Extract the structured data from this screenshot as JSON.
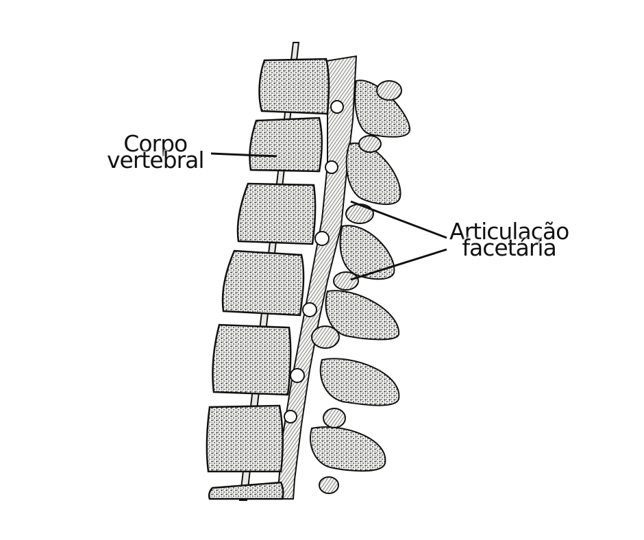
{
  "labels": {
    "corpo_vertebral": {
      "line1": "Corpo",
      "line2": "vertebral"
    },
    "articulacao_facetaria": {
      "line1": "Articulação",
      "line2": "facetária"
    }
  },
  "colors": {
    "background": "#ffffff",
    "bone_fill": "#f4f4f2",
    "bone_texture": "#222222",
    "ink": "#111111"
  },
  "illustration": {
    "subject": "spine-lateral-view-engraving",
    "vertebra_count": 7
  }
}
